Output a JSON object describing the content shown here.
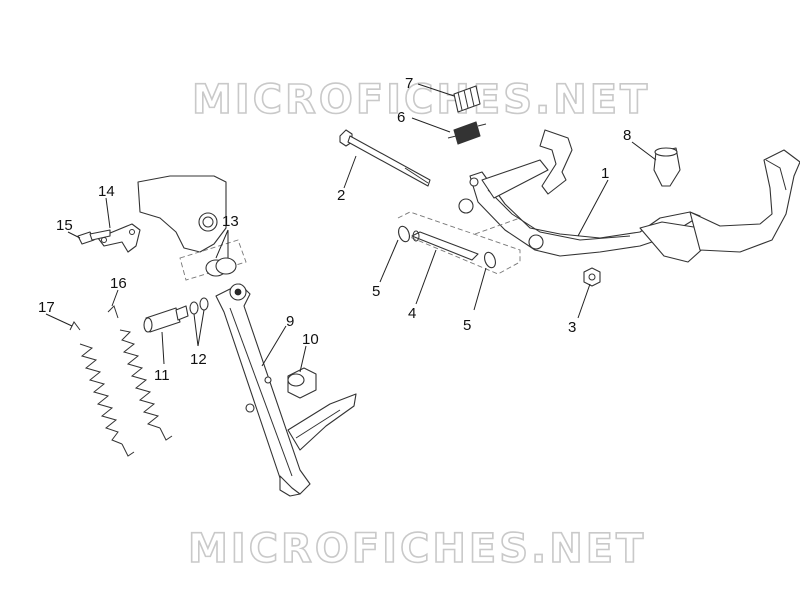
{
  "watermark": {
    "text": "MICROFICHES.NET"
  },
  "callouts": [
    {
      "id": "1",
      "label": "1"
    },
    {
      "id": "2",
      "label": "2"
    },
    {
      "id": "3",
      "label": "3"
    },
    {
      "id": "4",
      "label": "4"
    },
    {
      "id": "5a",
      "label": "5"
    },
    {
      "id": "5b",
      "label": "5"
    },
    {
      "id": "6",
      "label": "6"
    },
    {
      "id": "7",
      "label": "7"
    },
    {
      "id": "8",
      "label": "8"
    },
    {
      "id": "9",
      "label": "9"
    },
    {
      "id": "10",
      "label": "10"
    },
    {
      "id": "11",
      "label": "11"
    },
    {
      "id": "12",
      "label": "12"
    },
    {
      "id": "13",
      "label": "13"
    },
    {
      "id": "14",
      "label": "14"
    },
    {
      "id": "15",
      "label": "15"
    },
    {
      "id": "16",
      "label": "16"
    },
    {
      "id": "17",
      "label": "17"
    }
  ]
}
